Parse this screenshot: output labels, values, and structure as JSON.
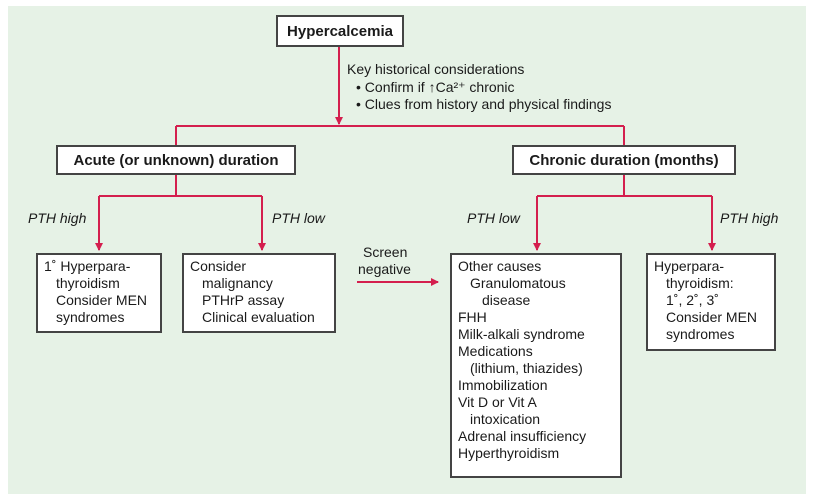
{
  "root": "Hypercalcemia",
  "considerations": {
    "title": "Key historical considerations",
    "bullets": [
      "• Confirm if ↑Ca²⁺ chronic",
      "• Clues from history and physical findings"
    ]
  },
  "branches": {
    "acute": "Acute (or unknown) duration",
    "chronic": "Chronic duration (months)"
  },
  "labels": {
    "pth_high": "PTH high",
    "pth_low": "PTH low"
  },
  "screen_negative": [
    "Screen",
    "negative"
  ],
  "boxes": {
    "acute_high": [
      "1˚ Hyperpara-",
      "thyroidism",
      "Consider MEN",
      "syndromes"
    ],
    "acute_low": [
      "Consider",
      "malignancy",
      "PTHrP assay",
      "Clinical evaluation"
    ],
    "chronic_low": [
      "Other causes",
      "Granulomatous",
      "disease",
      "FHH",
      "Milk-alkali syndrome",
      "Medications",
      "(lithium, thiazides)",
      "Immobilization",
      "Vit D or Vit A",
      "intoxication",
      "Adrenal insufficiency",
      "Hyperthyroidism"
    ],
    "chronic_high": [
      "Hyperpara-",
      "thyroidism:",
      "1˚, 2˚, 3˚",
      "Consider MEN",
      "syndromes"
    ]
  },
  "colors": {
    "arrow": "#d41f4e",
    "border": "#444444",
    "background": "#e6f2e6"
  }
}
